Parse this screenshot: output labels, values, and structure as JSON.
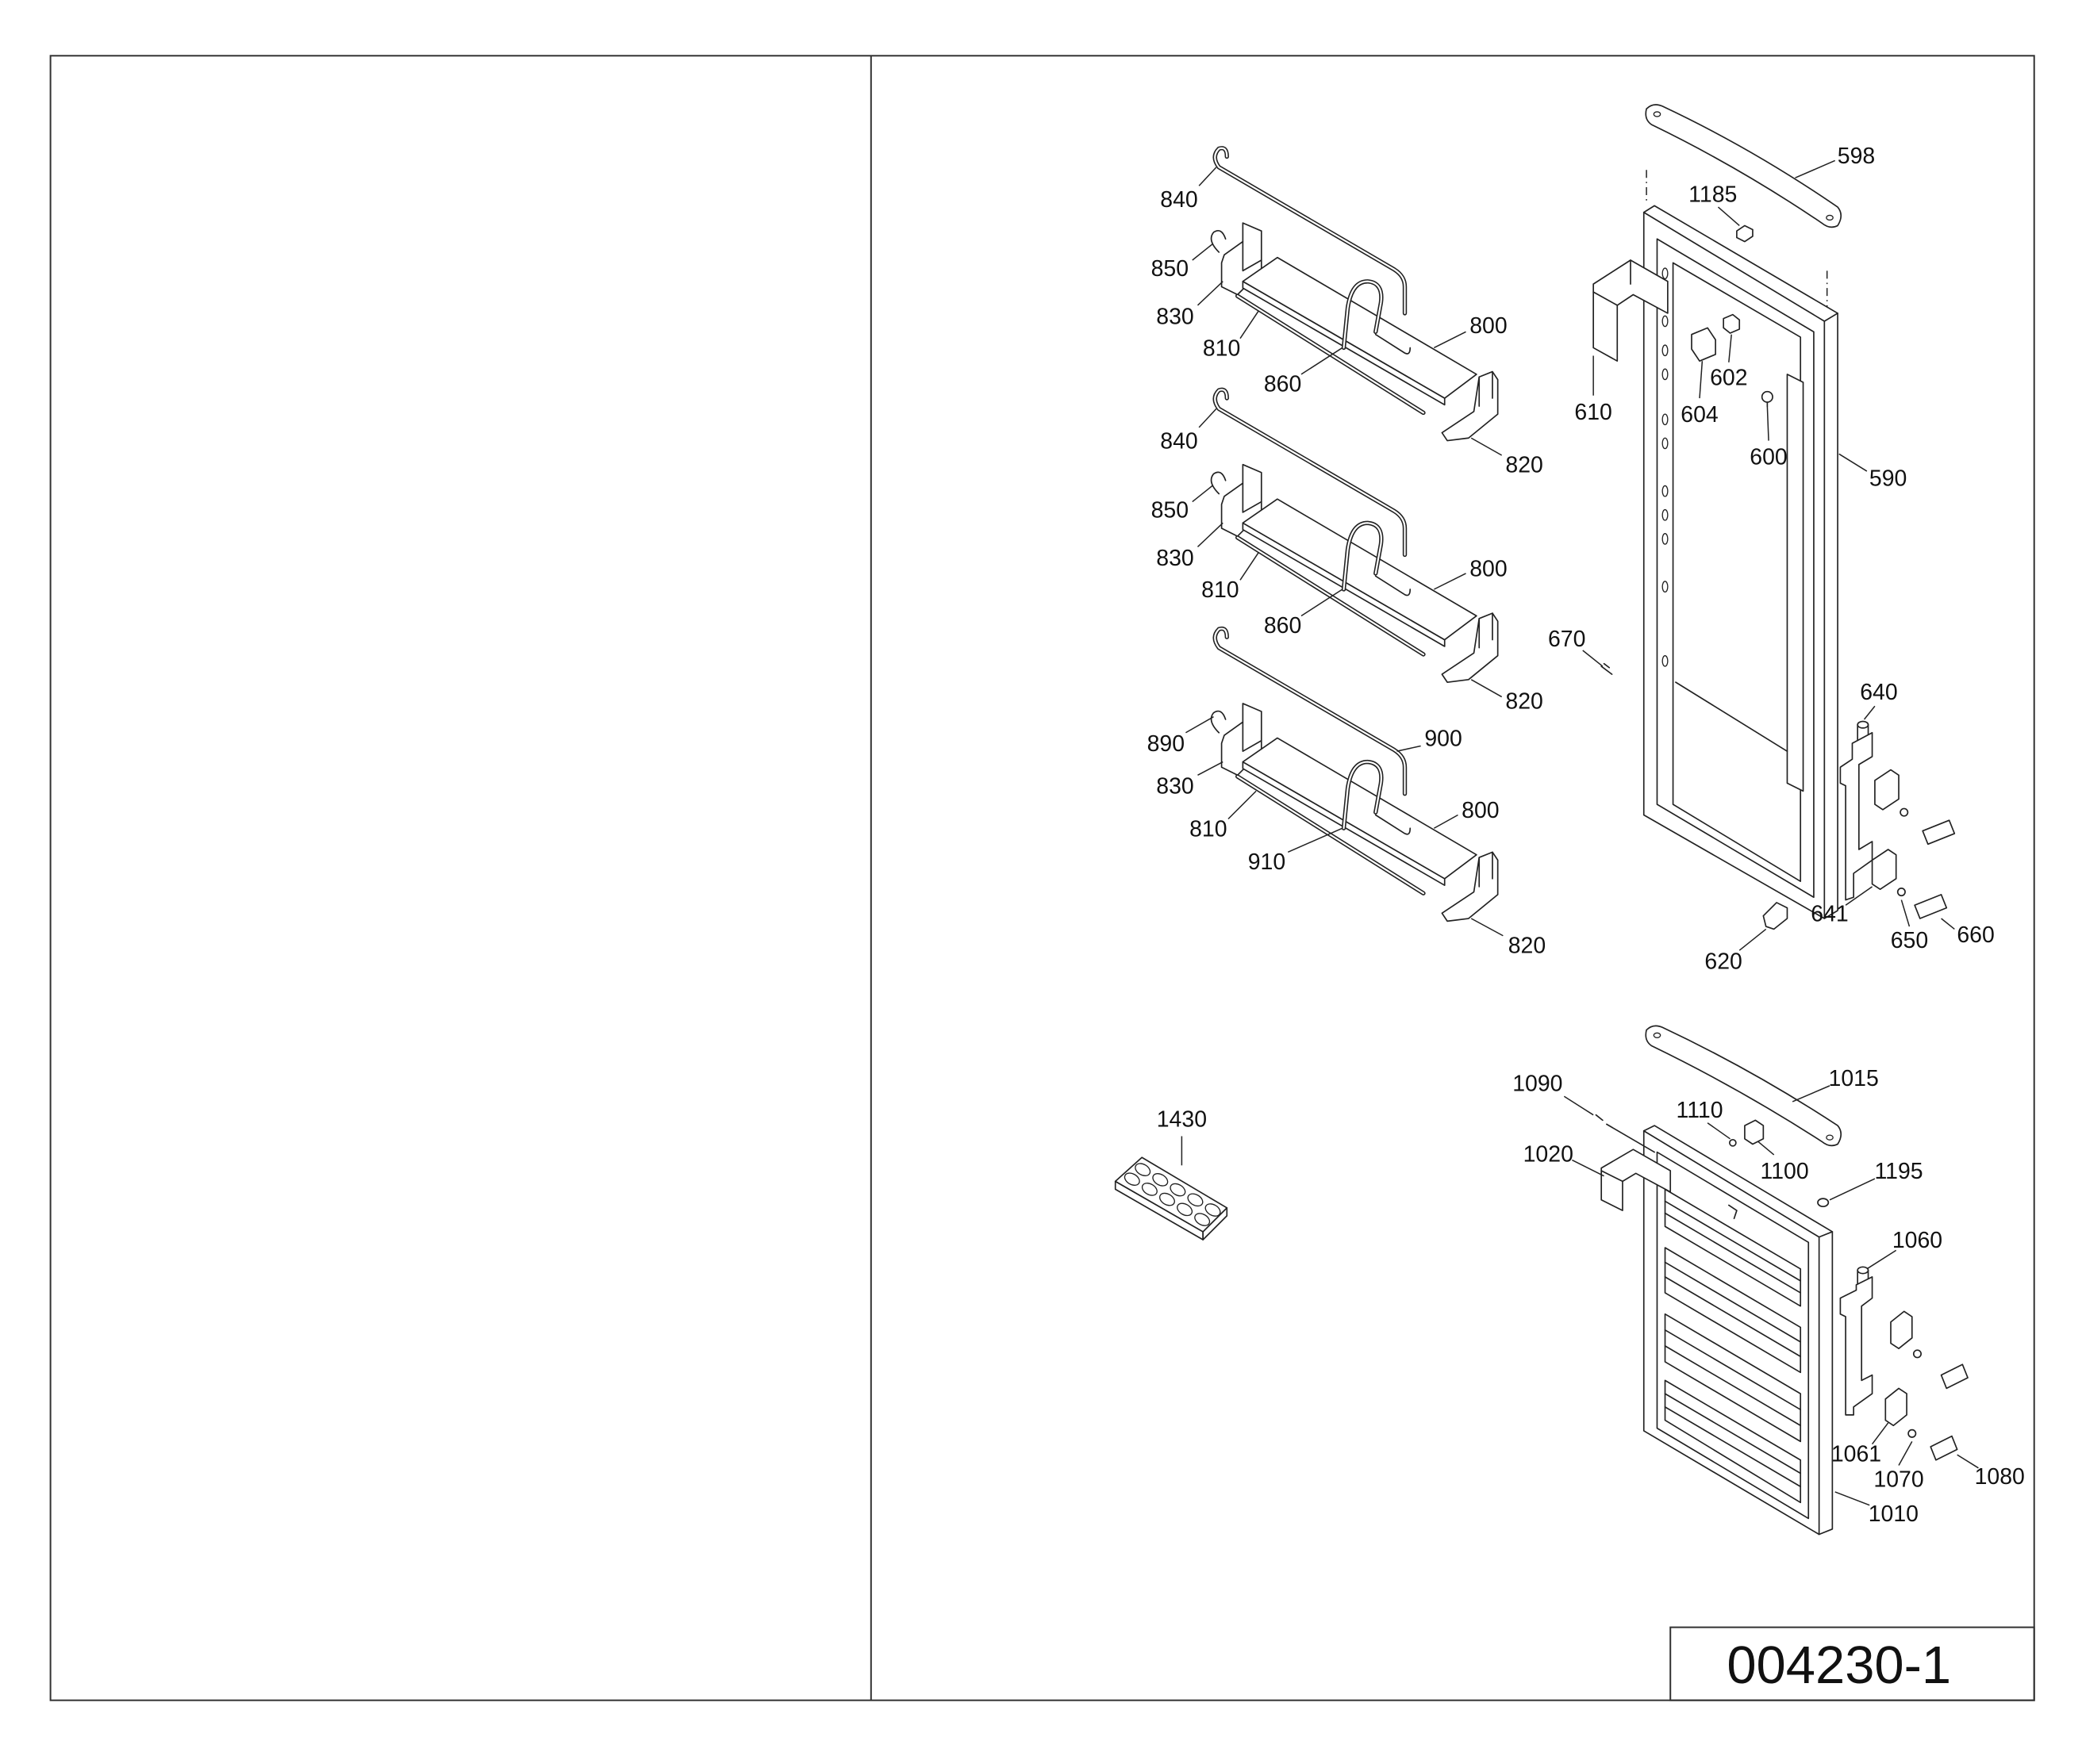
{
  "title_block": {
    "drawing_number": "004230-1"
  },
  "callouts": {
    "shelf_group_1": [
      "840",
      "850",
      "830",
      "810",
      "860",
      "800",
      "820"
    ],
    "shelf_group_2": [
      "840",
      "850",
      "830",
      "810",
      "860",
      "800",
      "820"
    ],
    "shelf_group_3": [
      "890",
      "900",
      "830",
      "810",
      "910",
      "800",
      "820"
    ],
    "upper_door": [
      "598",
      "1185",
      "602",
      "610",
      "604",
      "600",
      "590",
      "670",
      "640",
      "641",
      "650",
      "660",
      "620"
    ],
    "lower_door": [
      "1015",
      "1090",
      "1110",
      "1020",
      "1100",
      "1195",
      "1060",
      "1061",
      "1070",
      "1080",
      "1010"
    ],
    "egg_tray": [
      "1430"
    ]
  }
}
